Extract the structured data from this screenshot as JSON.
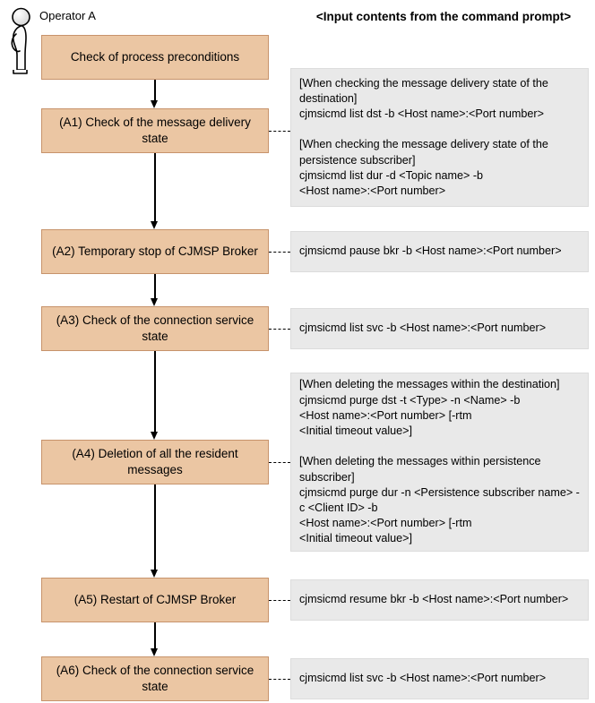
{
  "diagram": {
    "actor": {
      "icon": "person-stick-figure-icon",
      "label": "Operator A"
    },
    "column_header": "<Input contents from the command prompt>",
    "steps": [
      {
        "id": "start",
        "label": "Check of process preconditions",
        "command": null
      },
      {
        "id": "a1",
        "label": "(A1) Check of the message delivery state",
        "command": "[When checking the message delivery state of the destination]\ncjmsicmd list dst -b <Host name>:<Port number>\u0000[When checking the message delivery state of the persistence subscriber]\ncjmsicmd list dur -d <Topic name> -b\n<Host name>:<Port number>"
      },
      {
        "id": "a2",
        "label": "(A2) Temporary stop of CJMSP Broker",
        "command": "cjmsicmd pause bkr -b <Host name>:<Port number>"
      },
      {
        "id": "a3",
        "label": "(A3) Check of the connection service state",
        "command": "cjmsicmd list svc -b <Host name>:<Port number>"
      },
      {
        "id": "a4",
        "label": "(A4) Deletion of all the resident messages",
        "command": "[When deleting the messages within the destination]\ncjmsicmd purge dst -t <Type> -n <Name> -b\n<Host name>:<Port number> [-rtm\n<Initial timeout value>]\u0000[When deleting the messages within persistence subscriber]\ncjmsicmd purge dur -n <Persistence subscriber name> -c <Client ID> -b\n<Host name>:<Port number> [-rtm\n<Initial timeout value>]"
      },
      {
        "id": "a5",
        "label": "(A5) Restart of CJMSP Broker",
        "command": "cjmsicmd resume bkr -b <Host name>:<Port number>"
      },
      {
        "id": "a6",
        "label": "(A6) Check of the connection service state",
        "command": "cjmsicmd list svc -b <Host name>:<Port number>"
      }
    ],
    "colors": {
      "process_fill": "#ebc6a3",
      "process_border": "#c7936b",
      "command_fill": "#e9e9e9",
      "command_border": "#dcdcdc",
      "arrow": "#000000",
      "background": "#ffffff"
    }
  }
}
